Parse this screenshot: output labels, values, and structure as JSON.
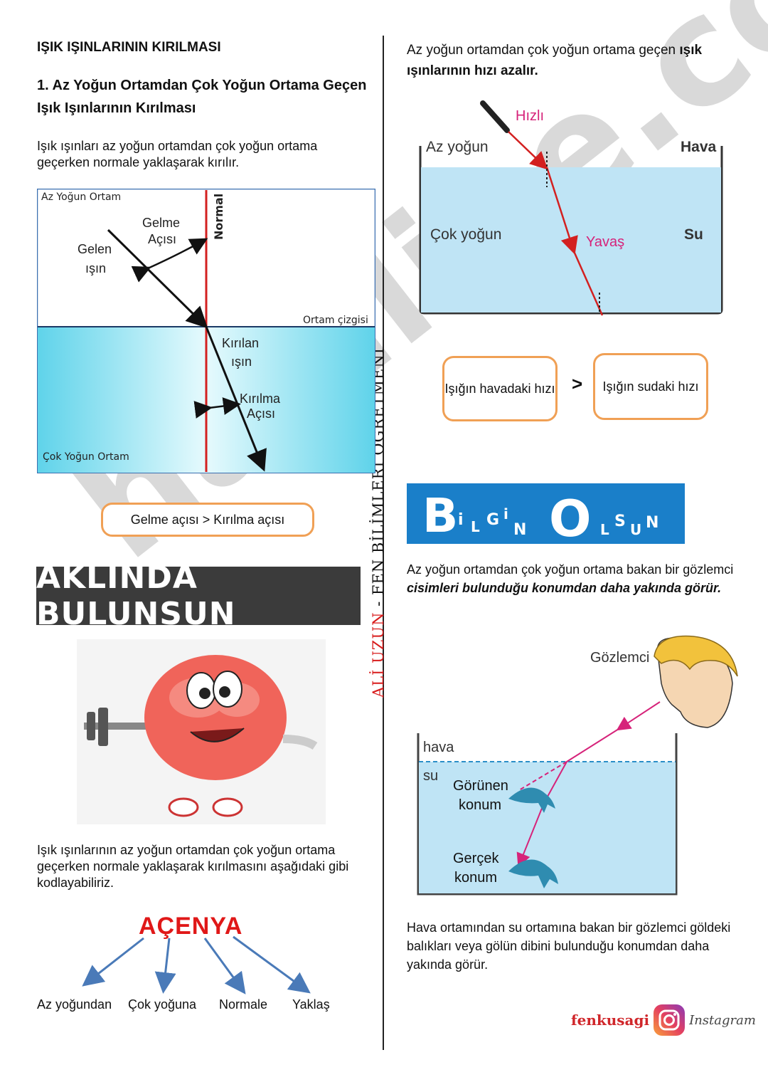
{
  "left": {
    "title": "IŞIK IŞINLARININ KIRILMASI",
    "subtitle": "1. Az Yoğun Ortamdan Çok Yoğun Ortama Geçen Işık Işınlarının Kırılması",
    "intro": "Işık ışınları az yoğun ortamdan çok yoğun ortama geçerken normale yaklaşarak kırılır.",
    "diagram": {
      "top_medium": "Az Yoğun Ortam",
      "bottom_medium": "Çok Yoğun Ortam",
      "normal": "Normal",
      "incident_angle_1": "Gelme",
      "incident_angle_2": "Açısı",
      "incident_ray_1": "Gelen",
      "incident_ray_2": "ışın",
      "interface": "Ortam çizgisi",
      "refracted_ray_1": "Kırılan",
      "refracted_ray_2": "ışın",
      "refraction_angle_1": "Kırılma",
      "refraction_angle_2": "Açısı"
    },
    "comparison": "Gelme açısı > Kırılma açısı",
    "banner": "AKLINDA BULUNSUN",
    "mnemonic_text": "Işık ışınlarının az yoğun ortamdan çok yoğun ortama geçerken normale yaklaşarak kırılmasını aşağıdaki gibi kodlayabiliriz.",
    "acronym": "AÇENYA",
    "acronym_parts": [
      "Az yoğundan",
      "Çok yoğuna",
      "Normale",
      "Yaklaş"
    ]
  },
  "vertical_credit": {
    "name": "ALİ UZUN",
    "sep": " - ",
    "role": "FEN BİLİMLERİ ÖĞRETMENİ"
  },
  "right": {
    "speed_text_a": "Az yoğun ortamdan çok yoğun ortama geçen ",
    "speed_text_b": "ışık ışınlarının hızı azalır.",
    "speed_diagram": {
      "fast": "Hızlı",
      "slow": "Yavaş",
      "less_dense": "Az yoğun",
      "more_dense": "Çok yoğun",
      "air": "Hava",
      "water": "Su"
    },
    "speed_air": "Işığın havadaki hızı",
    "gt": ">",
    "speed_water": "Işığın sudaki hızı",
    "banner": "BİLGİN OLSUN",
    "observer_text_a": "Az yoğun ortamdan çok yoğun ortama bakan bir gözlemci ",
    "observer_text_b": "cisimleri bulunduğu konumdan daha yakında görür.",
    "observer_diagram": {
      "observer": "Gözlemci",
      "air": "hava",
      "water": "su",
      "apparent_1": "Görünen",
      "apparent_2": "konum",
      "real_1": "Gerçek",
      "real_2": "konum"
    },
    "closing_text": "Hava ortamından su ortamına bakan bir gözlemci göldeki balıkları veya gölün dibini bulunduğu konumdan daha yakında görür.",
    "footer_brand": "fenkusagi",
    "footer_platform": "Instagram"
  },
  "watermark": "hasiline.com",
  "colors": {
    "normal_line": "#d32020",
    "water": "#bfe4f5",
    "box_border": "#f0a055",
    "ray_pink": "#d6237a",
    "acronym": "#e01818",
    "arrow_blue": "#4a7ab8",
    "banner_blue": "#1a7fc9"
  }
}
